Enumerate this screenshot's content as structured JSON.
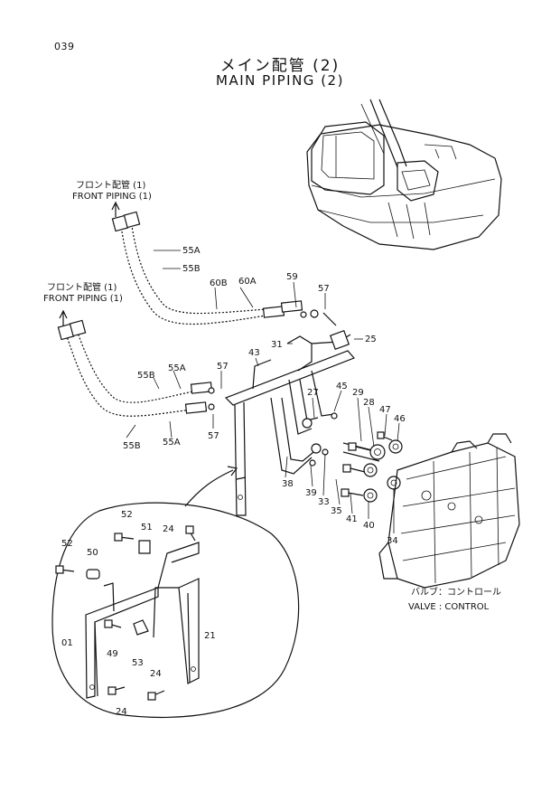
{
  "page_number": "039",
  "title_jp": "メイン配管 (2)",
  "title_en": "MAIN PIPING (2)",
  "notes": {
    "front_piping_upper_jp": "フロント配管 (1)",
    "front_piping_upper_en": "FRONT PIPING (1)",
    "front_piping_lower_jp": "フロント配管 (1)",
    "front_piping_lower_en": "FRONT PIPING (1)",
    "valve_jp": "バルブ：コントロール",
    "valve_en": "VALVE : CONTROL"
  },
  "part_labels": {
    "p55a_top": "55A",
    "p55b_top": "55B",
    "p60b": "60B",
    "p60a": "60A",
    "p59": "59",
    "p57_top": "57",
    "p25": "25",
    "p31": "31",
    "p43": "43",
    "p55b_mid": "55B",
    "p55a_mid": "55A",
    "p57_mid": "57",
    "p57_low": "57",
    "p55b_low": "55B",
    "p55a_low": "55A",
    "p27": "27",
    "p45": "45",
    "p29": "29",
    "p28": "28",
    "p47": "47",
    "p46": "46",
    "p38": "38",
    "p39": "39",
    "p33": "33",
    "p35": "35",
    "p41": "41",
    "p40": "40",
    "p34": "34",
    "p52_a": "52",
    "p51": "51",
    "p24_a": "24",
    "p52_b": "52",
    "p50": "50",
    "p01": "01",
    "p49": "49",
    "p53": "53",
    "p21": "21",
    "p24_b": "24",
    "p24_c": "24"
  }
}
